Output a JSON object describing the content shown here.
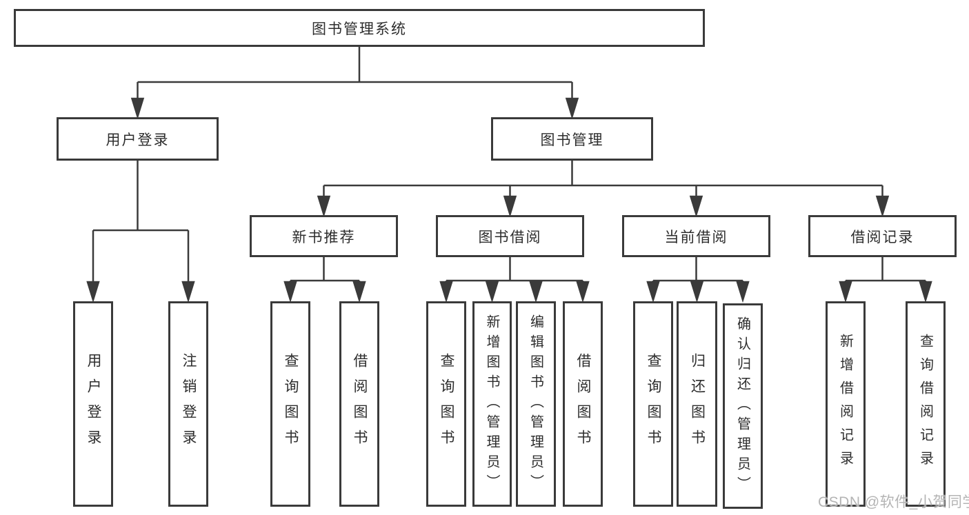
{
  "diagram_title": "图书管理系统",
  "level2": {
    "user_login": "用户登录",
    "book_management": "图书管理"
  },
  "level3": {
    "new_book_recommend": "新书推荐",
    "book_borrowing": "图书借阅",
    "current_borrowing": "当前借阅",
    "borrowing_records": "借阅记录"
  },
  "leaves": {
    "user_login": "用户登录",
    "logout": "注销登录",
    "recommend_query_books": "查询图书",
    "recommend_borrow_books": "借阅图书",
    "borrowing_query_books": "查询图书",
    "borrowing_add_books": "新增图书（管理员）",
    "borrowing_edit_books": "编辑图书（管理员）",
    "borrowing_borrow_books": "借阅图书",
    "current_query_books": "查询图书",
    "current_return_books": "归还图书",
    "current_confirm_return": "确认归还（管理员）",
    "records_add_record": "新增借阅记录",
    "records_query_record": "查询借阅记录"
  },
  "watermark": "CSDN @软件_小贺同学",
  "colors": {
    "line": "#3a3a3a",
    "box_border": "#3a3a3a",
    "text": "#2d2d2d",
    "watermark": "#b4b4b4",
    "background": "#ffffff"
  }
}
